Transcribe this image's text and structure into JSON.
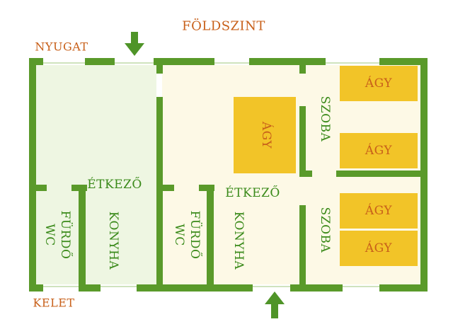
{
  "colors": {
    "wall": "#5a9a2a",
    "bed": "#f2c428",
    "floor_west": "#eef6e2",
    "floor_east": "#fdf9e6",
    "label_orange": "#c8601a",
    "label_green": "#3a8a1a",
    "thin_line": "#cfe3bd",
    "arrow": "#4f9428"
  },
  "title": "FÖLDSZINT",
  "compass": {
    "west": "NYUGAT",
    "east": "KELET"
  },
  "west_unit": {
    "dining": "ÉTKEZŐ",
    "kitchen": "KONYHA",
    "bath_line1": "FÜRDŐ",
    "bath_line2": "WC"
  },
  "east_unit": {
    "dining": "ÉTKEZŐ",
    "kitchen": "KONYHA",
    "bath_line1": "FÜRDŐ",
    "bath_line2": "WC",
    "room_top": "SZOBA",
    "room_bottom": "SZOBA"
  },
  "beds": {
    "bed_1": "ÁGY",
    "bed_2": "ÁGY",
    "bed_3": "ÁGY",
    "bed_4": "ÁGY",
    "bed_center": "ÁGY"
  },
  "icons": {
    "entrance_top": "arrow-down-icon",
    "entrance_bottom": "arrow-up-icon"
  }
}
